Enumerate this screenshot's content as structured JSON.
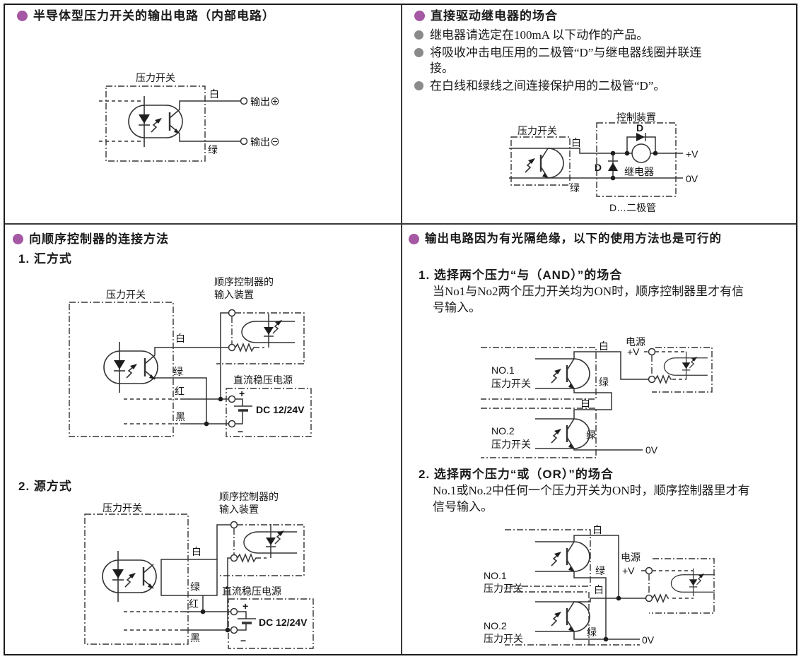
{
  "colors": {
    "accent_purple": "#a558a3",
    "bullet_gray": "#8a8a8a",
    "line": "#333333",
    "border": "#1c1c1c"
  },
  "labels": {
    "pressure_switch": "压力开关",
    "white": "白",
    "green": "绿",
    "red": "红",
    "black": "黑",
    "out_plus": "输出⊕",
    "out_minus": "输出⊖",
    "control_device": "控制装置",
    "relay": "继电器",
    "diode": "D",
    "diode_legend": "D…二极管",
    "v_plus": "+V",
    "zero_v": "0V",
    "power": "电源",
    "sequencer_line1": "顺序控制器的",
    "sequencer_line2": "输入装置",
    "dc_supply": "直流稳压电源",
    "dc_value": "DC 12/24V",
    "plus": "+",
    "minus": "−",
    "no1": "NO.1",
    "no2": "NO.2"
  },
  "panels": {
    "top_left": {
      "title": "半导体型压力开关的输出电路（内部电路）"
    },
    "top_right": {
      "title": "直接驱动继电器的场合",
      "bullets": [
        "继电器请选定在100mA 以下动作的产品。",
        "将吸收冲击电压用的二极管“D”与继电器线圈并联连接。",
        "在白线和绿线之间连接保护用的二极管“D”。"
      ]
    },
    "bottom_left": {
      "title": "向顺序控制器的连接方法",
      "method1": "1. 汇方式",
      "method2": "2. 源方式"
    },
    "bottom_right": {
      "title": "输出电路因为有光隔绝缘，以下的使用方法也是可行的",
      "case1": {
        "heading": "1. 选择两个压力“与（AND）”的场合",
        "body": "当No1与No2两个压力开关均为ON时，顺序控制器里才有信号输入。"
      },
      "case2": {
        "heading": "2. 选择两个压力“或（OR）”的场合",
        "body": "No.1或No.2中任何一个压力开关为ON时，顺序控制器里才有信号输入。"
      }
    }
  }
}
